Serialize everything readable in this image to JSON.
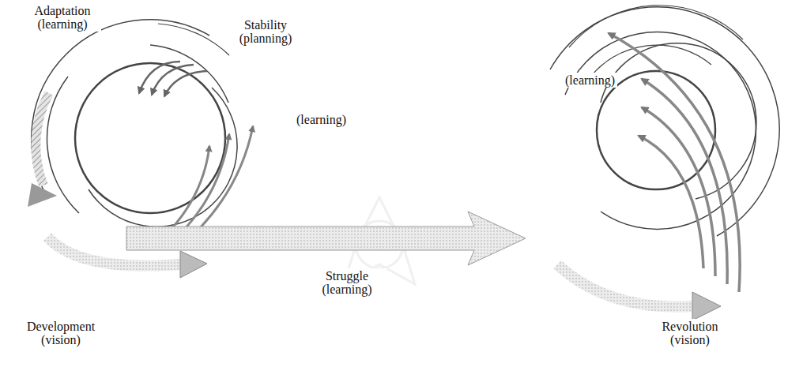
{
  "diagram": {
    "labels": [
      "Adaptation (learning)",
      "Stability (planning)",
      "(learning)",
      "Development (vision)",
      "Struggle (learning)",
      "(learning)",
      "Revolution (vision)"
    ]
  }
}
